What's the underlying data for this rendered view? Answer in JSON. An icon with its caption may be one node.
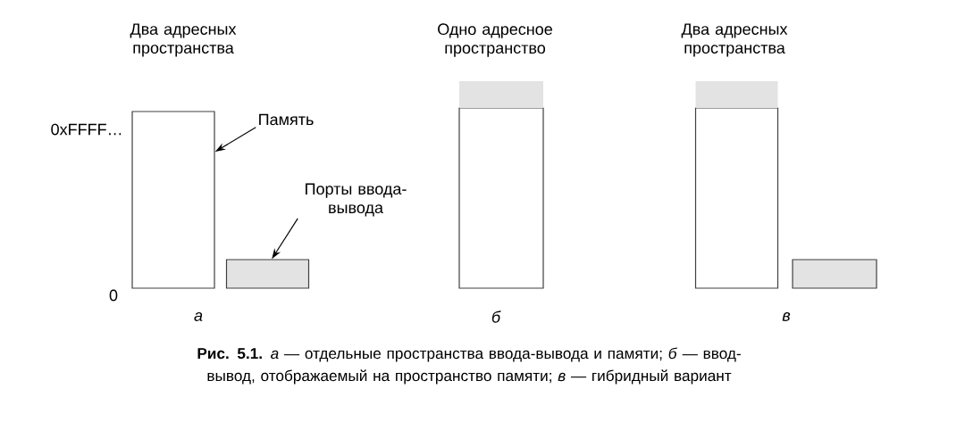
{
  "diagram": {
    "caption": "**Рис. 5.1.** *а* — отдельные пространства ввода-вывода и памяти; *б* — ввод-вывод, отображаемый на пространство памяти; *в* — гибридный вариант",
    "nodes": [
      {
        "text": [],
        "shape": "box"
      },
      {
        "text": [],
        "shape": "box"
      },
      {
        "text": [
          "Память"
        ]
      },
      {
        "text": [
          "Порты ввода-вывода"
        ]
      },
      {
        "text": [],
        "shape": "box"
      },
      {
        "text": [],
        "shape": "box"
      },
      {
        "text": [],
        "shape": "box"
      },
      {
        "text": [],
        "shape": "box"
      },
      {
        "text": [],
        "shape": "box"
      }
    ],
    "edges": [
      {
        "from": 2,
        "to": 0,
        "arrow": "to"
      },
      {
        "from": 3,
        "to": 1,
        "arrow": "to"
      }
    ],
    "labels": [
      "Два адресных пространства",
      "Одно адресное пространство",
      "Два адресных пространства",
      "0xFFFF…",
      "0",
      "а",
      "б",
      "в"
    ]
  }
}
